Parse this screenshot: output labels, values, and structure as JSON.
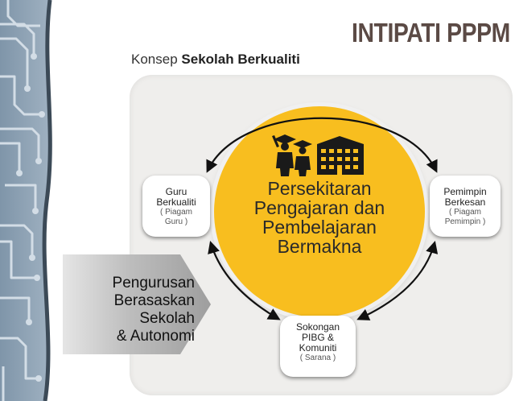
{
  "title": "INTIPATI PPPM",
  "subtitle": {
    "prefix": "Konsep",
    "emphasis": "Sekolah Berkualiti"
  },
  "core": {
    "lines": [
      "Persekitaran",
      "Pengajaran dan",
      "Pembelajaran",
      "Bermakna"
    ],
    "icon": "graduates-and-school-building-icon"
  },
  "nodes": {
    "guru": {
      "title_lines": [
        "Guru",
        "Berkualiti"
      ],
      "sub_lines": [
        "( Piagam",
        "Guru )"
      ]
    },
    "pemimpin": {
      "title_lines": [
        "Pemimpin",
        "Berkesan"
      ],
      "sub_lines": [
        "( Piagam",
        "Pemimpin )"
      ]
    },
    "sokongan": {
      "title_lines": [
        "Sokongan",
        "PIBG &",
        "Komuniti"
      ],
      "sub_lines": [
        "( Sarana )"
      ]
    }
  },
  "management": {
    "lines": [
      "Pengurusan",
      "Berasaskan",
      "Sekolah",
      "& Autonomi"
    ]
  },
  "colors": {
    "core": "#f8be1f",
    "title": "#5b4a45",
    "panel": "#efeeec",
    "arrow_block": "#a9a9a9",
    "circuit_bg": "#8fa3b6",
    "circuit_lines": "#c9d5df"
  }
}
